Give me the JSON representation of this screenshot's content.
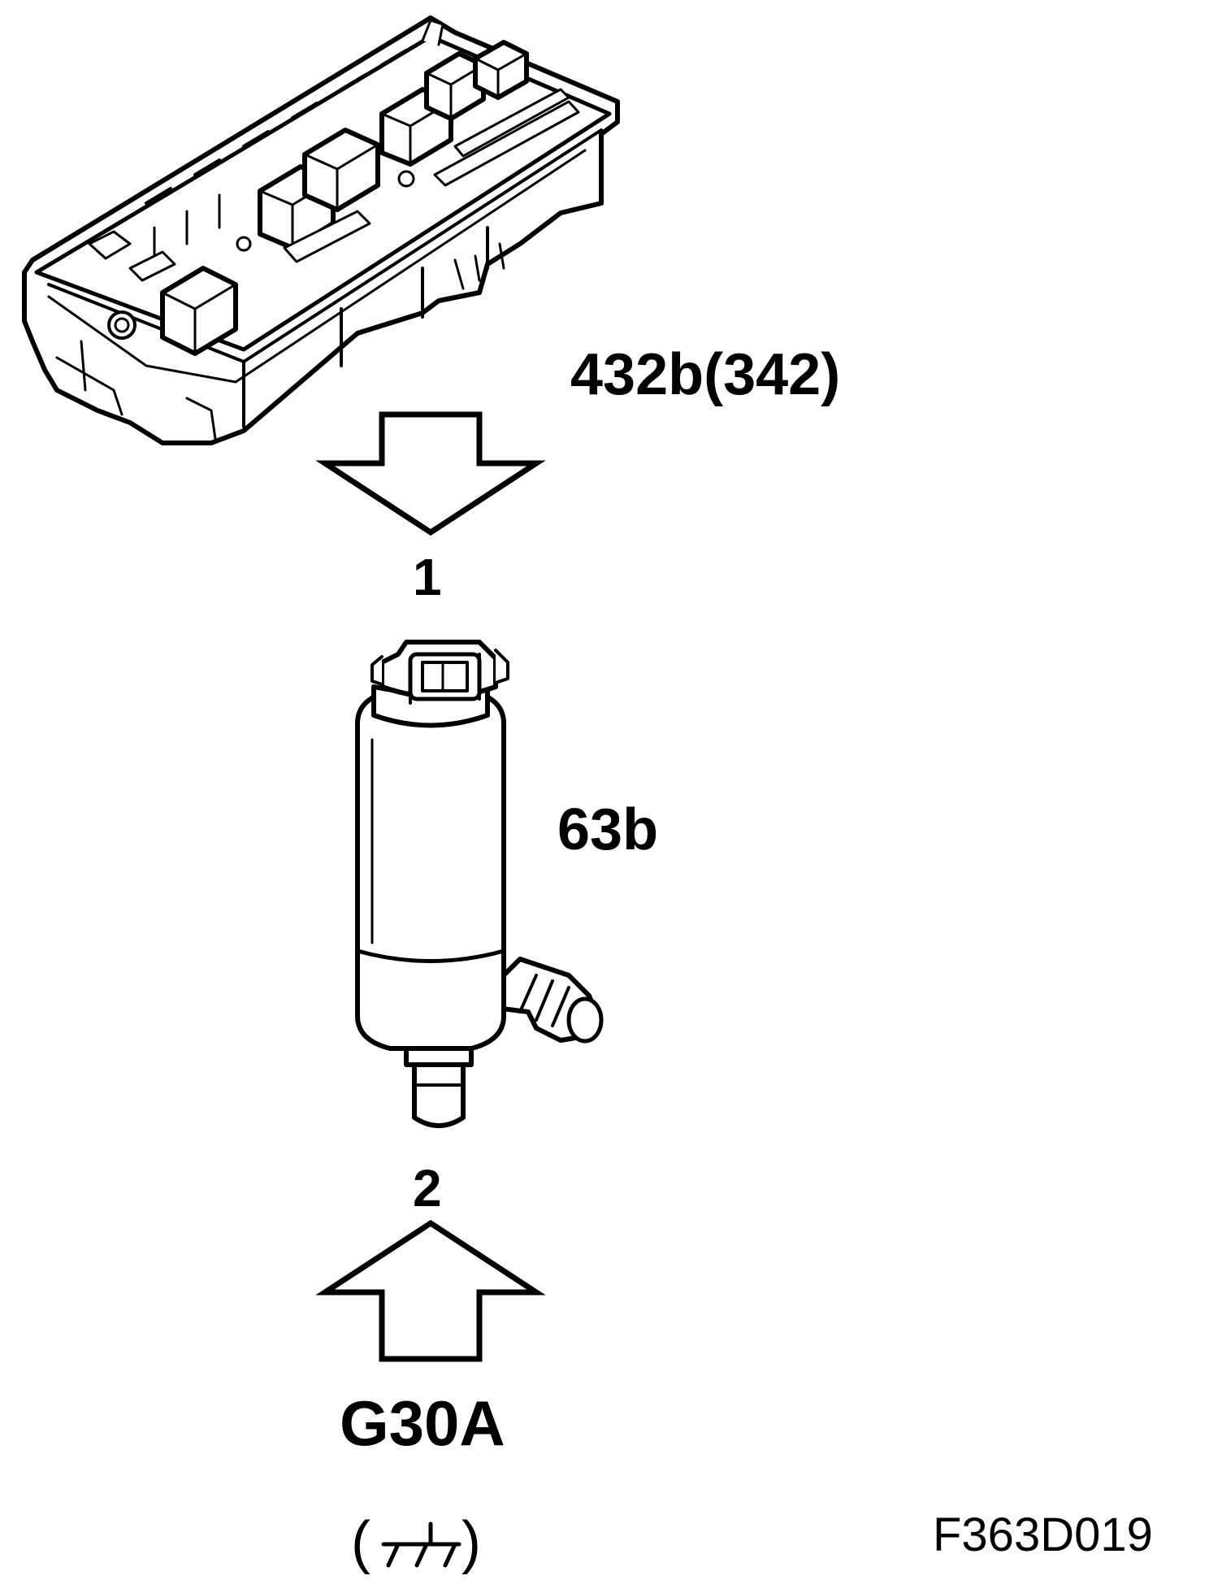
{
  "labels": {
    "fusebox_code": "432b(342)",
    "pin_top": "1",
    "pump_code": "63b",
    "pin_bottom": "2",
    "ground_code": "G30A",
    "ground_paren_open": "(",
    "ground_paren_close": ")",
    "figure_id": "F363D019"
  },
  "icons": {
    "fusebox": "relay-fuse-box-icon",
    "pump": "washer-pump-icon",
    "arrow_down": "arrow-down-icon",
    "arrow_up": "arrow-up-icon",
    "ground": "chassis-ground-icon"
  },
  "colors": {
    "ink": "#000000",
    "paper": "#ffffff"
  }
}
